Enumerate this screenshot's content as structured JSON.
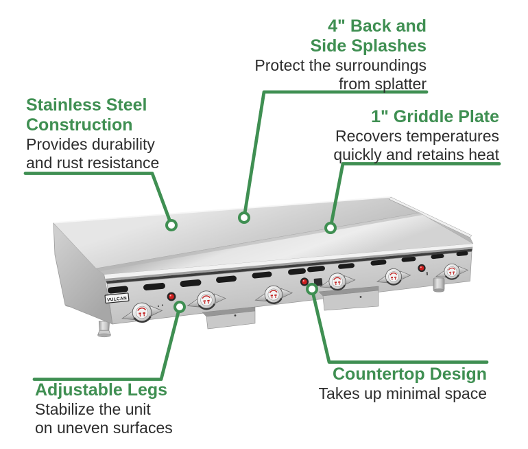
{
  "colors": {
    "accent_green": "#3f8f52",
    "body_text": "#2d2d2d",
    "steel_light": "#e9e9e9",
    "steel_dark": "#b5b5b5",
    "indicator_red": "#cf1f1f"
  },
  "product": {
    "brand_logo": "VULCAN"
  },
  "callouts": [
    {
      "id": "stainless-steel-construction",
      "title_lines": [
        "Stainless Steel",
        "Construction"
      ],
      "desc_lines": [
        "Provides durability",
        "and rust resistance"
      ]
    },
    {
      "id": "back-and-side-splashes",
      "title_lines": [
        "4\" Back and",
        "Side Splashes"
      ],
      "desc_lines": [
        "Protect the surroundings",
        "from splatter"
      ]
    },
    {
      "id": "griddle-plate",
      "title_lines": [
        "1\" Griddle Plate"
      ],
      "desc_lines": [
        "Recovers temperatures",
        "quickly and retains heat"
      ]
    },
    {
      "id": "adjustable-legs",
      "title_lines": [
        "Adjustable Legs"
      ],
      "desc_lines": [
        "Stabilize the unit",
        "on uneven surfaces"
      ]
    },
    {
      "id": "countertop-design",
      "title_lines": [
        "Countertop Design"
      ],
      "desc_lines": [
        "Takes up minimal space"
      ]
    }
  ]
}
